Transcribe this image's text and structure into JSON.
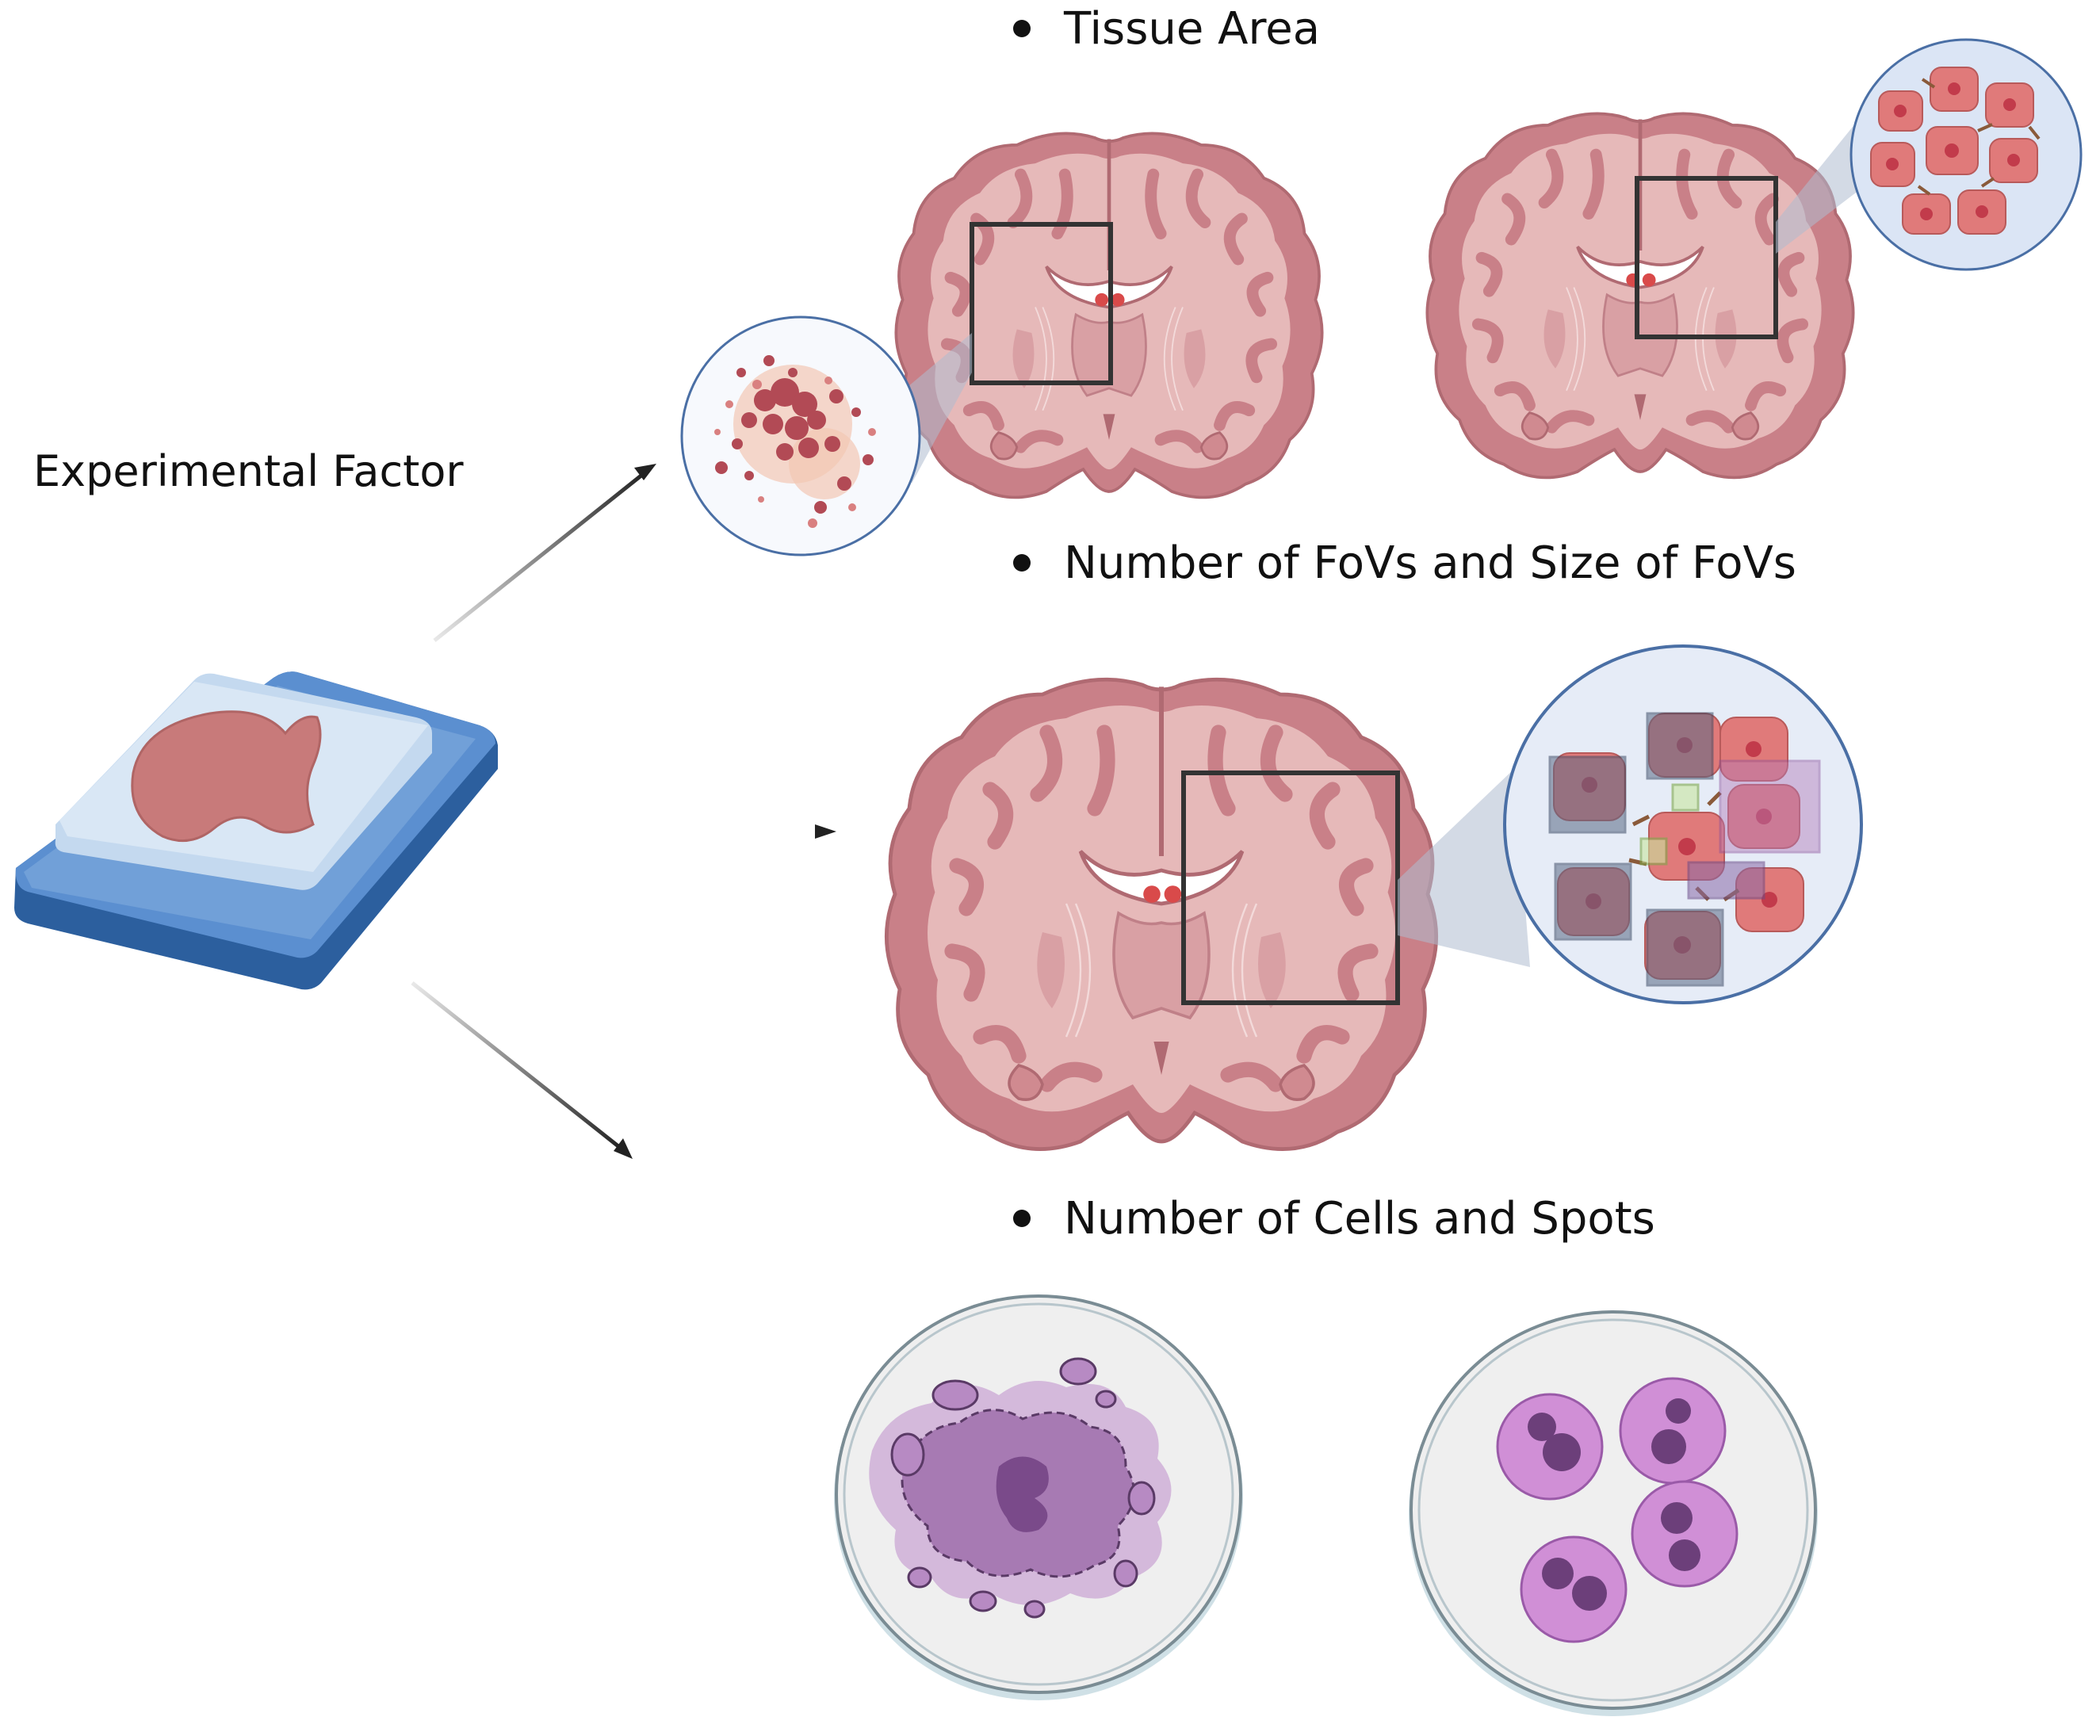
{
  "left_label": "Experimental Factor",
  "factors": [
    {
      "label": "Tissue Area"
    },
    {
      "label": "Number of FoVs and Size of FoVs"
    },
    {
      "label": "Number of Cells and Spots"
    }
  ],
  "colors": {
    "brain_outer": "#c98088",
    "brain_inner": "#e3b4b4",
    "brain_stroke": "#b06a72",
    "zoom_circle_stroke": "#4a6fa5",
    "cell_fill": "#e07a7a",
    "dish_fill": "#efefef",
    "cluster_purple": "#a77ab3",
    "cell_purple": "#d08fd6",
    "nucleus_purple": "#6c3f7a",
    "slide_blue": "#3f74b8"
  }
}
